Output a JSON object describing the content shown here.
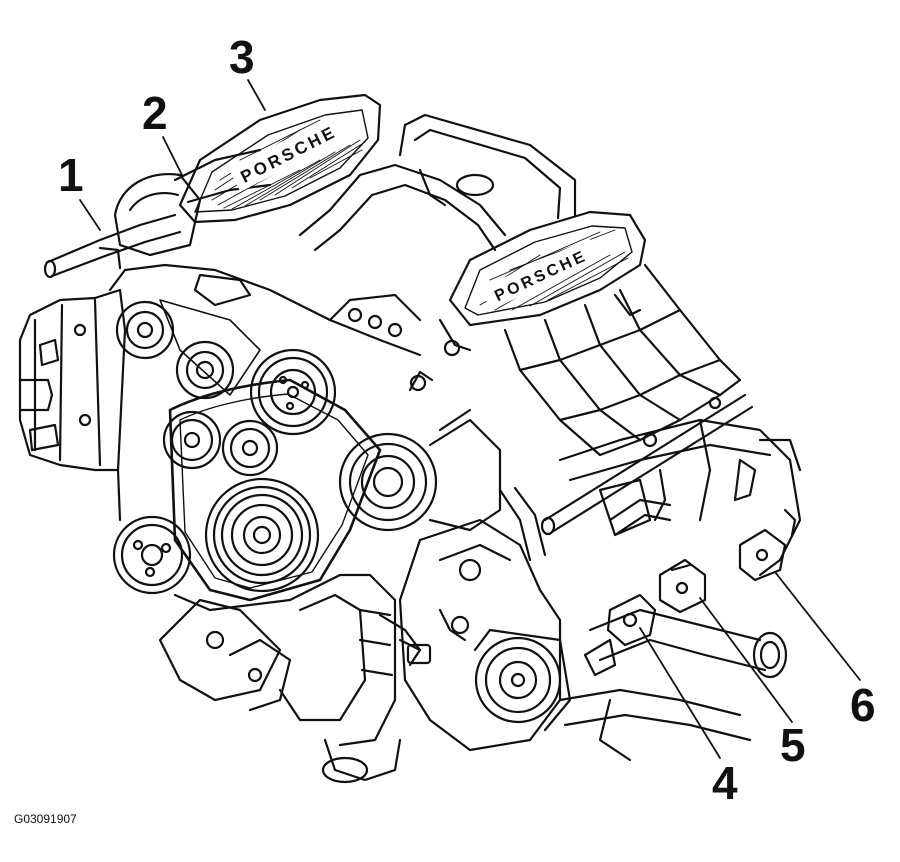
{
  "figure": {
    "id_text": "G03091907",
    "manifold_brand_left": "PORSCHE",
    "manifold_brand_right": "PORSCHE"
  },
  "callouts": [
    {
      "number": "1"
    },
    {
      "number": "2"
    },
    {
      "number": "3"
    },
    {
      "number": "4"
    },
    {
      "number": "5"
    },
    {
      "number": "6"
    }
  ],
  "colors": {
    "line": "#111111",
    "background": "#ffffff"
  }
}
